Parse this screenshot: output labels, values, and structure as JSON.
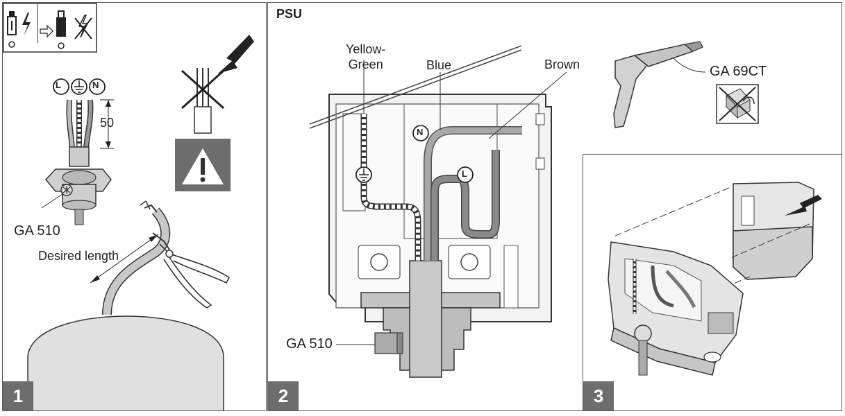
{
  "panel1": {
    "step": "1",
    "terminals": [
      "L",
      "N"
    ],
    "dim_value": "50",
    "part_label": "GA 510",
    "length_label": "Desired length"
  },
  "panel2": {
    "step": "2",
    "title": "PSU",
    "wire_labels": {
      "yellow_green": "Yellow-\nGreen",
      "blue": "Blue",
      "brown": "Brown"
    },
    "terminal_labels": [
      "N",
      "L"
    ],
    "part_label": "GA 510",
    "tool_label": "GA 69CT"
  },
  "panel3": {
    "step": "3"
  },
  "colors": {
    "blue_wire": "#a8a8a8",
    "brown_wire": "#8a8a8a",
    "step_badge": "#6d6d6d",
    "housing": "#d8d8d8"
  }
}
